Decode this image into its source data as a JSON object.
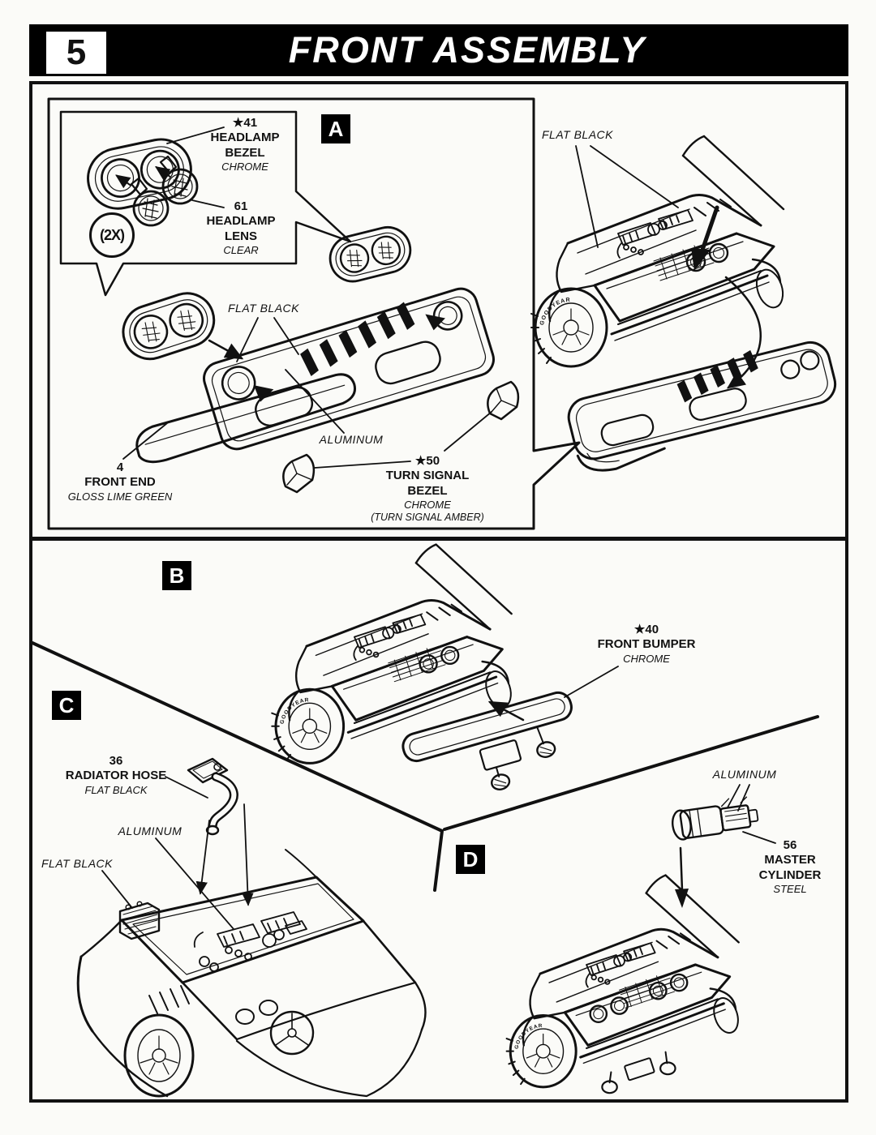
{
  "header": {
    "step_number": "5",
    "title": "FRONT ASSEMBLY"
  },
  "section_labels": {
    "a": "A",
    "b": "B",
    "c": "C",
    "d": "D"
  },
  "inset_box": {
    "quantity_badge": "(2X)",
    "headlamp_bezel": {
      "number": "★41",
      "name": "HEADLAMP\nBEZEL",
      "finish": "CHROME"
    },
    "headlamp_lens": {
      "number": "61",
      "name": "HEADLAMP\nLENS",
      "finish": "CLEAR"
    }
  },
  "part_labels": {
    "front_end": {
      "number": "4",
      "name": "FRONT END",
      "finish": "GLOSS LIME GREEN"
    },
    "turn_signal_bezel": {
      "number": "★50",
      "name": "TURN SIGNAL\nBEZEL",
      "finish": "CHROME",
      "note": "(TURN SIGNAL AMBER)"
    },
    "front_bumper": {
      "number": "★40",
      "name": "FRONT BUMPER",
      "finish": "CHROME"
    },
    "radiator_hose": {
      "number": "36",
      "name": "RADIATOR HOSE",
      "finish": "FLAT BLACK"
    },
    "master_cylinder": {
      "number": "56",
      "name": "MASTER\nCYLINDER",
      "finish": "STEEL"
    }
  },
  "paint_callouts": {
    "grille_flat_black": "FLAT BLACK",
    "grille_aluminum": "ALUMINUM",
    "cowl_flat_black": "FLAT BLACK",
    "engine_aluminum": "ALUMINUM",
    "battery_flat_black": "FLAT BLACK",
    "master_cyl_aluminum": "ALUMINUM"
  },
  "illustration": {
    "tire_lettering": "GOODYEAR"
  },
  "colors": {
    "ink": "#111111",
    "paper": "#fbfbf8",
    "header_bg": "#000000",
    "header_text": "#ffffff"
  }
}
